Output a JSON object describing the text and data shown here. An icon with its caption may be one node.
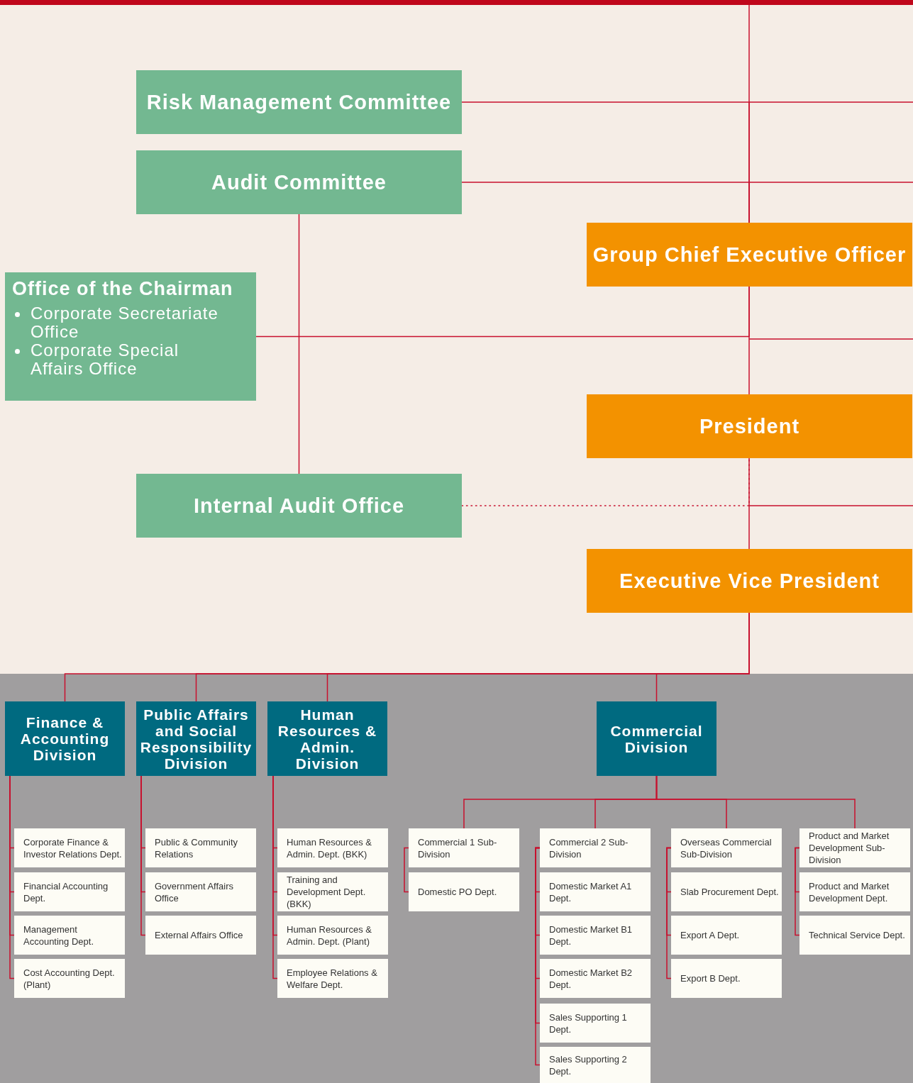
{
  "diagram": {
    "nodes": [
      {
        "text": [
          "Risk Management Committee"
        ]
      },
      {
        "text": [
          "Audit Committee"
        ]
      },
      {
        "text": [
          "Office of the Chairman",
          "Corporate Secretariate Office",
          "Corporate Special Affairs Office"
        ]
      },
      {
        "text": [
          "Group Chief Executive Officer"
        ]
      },
      {
        "text": [
          "President"
        ]
      },
      {
        "text": [
          "Internal Audit Office"
        ]
      },
      {
        "text": [
          "Executive Vice President"
        ]
      },
      {
        "text": [
          "Finance & Accounting Division"
        ]
      },
      {
        "text": [
          "Public Affairs and Social Responsibility Division"
        ]
      },
      {
        "text": [
          "Human Resources & Admin. Division"
        ]
      },
      {
        "text": [
          "Commercial Division"
        ]
      },
      {
        "text": [
          "Corporate Finance & Investor Relations Dept."
        ]
      },
      {
        "text": [
          "Financial Accounting Dept."
        ]
      },
      {
        "text": [
          "Management Accounting Dept."
        ]
      },
      {
        "text": [
          "Cost Accounting Dept. (Plant)"
        ]
      },
      {
        "text": [
          "Public & Community Relations"
        ]
      },
      {
        "text": [
          "Government Affairs Office"
        ]
      },
      {
        "text": [
          "External Affairs Office"
        ]
      },
      {
        "text": [
          "Human Resources & Admin. Dept. (BKK)"
        ]
      },
      {
        "text": [
          "Training and Development Dept. (BKK)"
        ]
      },
      {
        "text": [
          "Human Resources & Admin. Dept. (Plant)"
        ]
      },
      {
        "text": [
          "Employee Relations & Welfare Dept."
        ]
      },
      {
        "text": [
          "Commercial 1 Sub-Division"
        ]
      },
      {
        "text": [
          "Domestic PO Dept."
        ]
      },
      {
        "text": [
          "Commercial 2 Sub-Division"
        ]
      },
      {
        "text": [
          "Domestic Market A1 Dept."
        ]
      },
      {
        "text": [
          "Domestic Market B1 Dept."
        ]
      },
      {
        "text": [
          "Domestic Market B2 Dept."
        ]
      },
      {
        "text": [
          "Sales Supporting 1 Dept."
        ]
      },
      {
        "text": [
          "Sales Supporting 2 Dept."
        ]
      },
      {
        "text": [
          "Overseas Commercial Sub-Division"
        ]
      },
      {
        "text": [
          "Slab Procurement Dept."
        ]
      },
      {
        "text": [
          "Export A Dept."
        ]
      },
      {
        "text": [
          "Export B Dept."
        ]
      },
      {
        "text": [
          "Product and Market Development Sub-Division"
        ]
      },
      {
        "text": [
          "Product and Market Development Dept."
        ]
      },
      {
        "text": [
          "Technical Service Dept."
        ]
      }
    ],
    "edges": [
      {
        "from": null,
        "to": 3,
        "arrow": "none"
      },
      {
        "from": 0,
        "to": 3,
        "arrow": "none"
      },
      {
        "from": 1,
        "to": 3,
        "arrow": "none"
      },
      {
        "from": 2,
        "to": 3,
        "arrow": "none"
      },
      {
        "from": 1,
        "to": 5,
        "arrow": "none"
      },
      {
        "from": 3,
        "to": 4,
        "arrow": "none"
      },
      {
        "from": 5,
        "to": 4,
        "arrow": "none",
        "style": "dashed"
      },
      {
        "from": 4,
        "to": 6,
        "arrow": "none"
      },
      {
        "from": 6,
        "to": 7,
        "arrow": "none"
      },
      {
        "from": 6,
        "to": 8,
        "arrow": "none"
      },
      {
        "from": 6,
        "to": 9,
        "arrow": "none"
      },
      {
        "from": 6,
        "to": 10,
        "arrow": "none"
      },
      {
        "from": 7,
        "to": 11,
        "arrow": "none"
      },
      {
        "from": 7,
        "to": 12,
        "arrow": "none"
      },
      {
        "from": 7,
        "to": 13,
        "arrow": "none"
      },
      {
        "from": 7,
        "to": 14,
        "arrow": "none"
      },
      {
        "from": 8,
        "to": 15,
        "arrow": "none"
      },
      {
        "from": 8,
        "to": 16,
        "arrow": "none"
      },
      {
        "from": 8,
        "to": 17,
        "arrow": "none"
      },
      {
        "from": 9,
        "to": 18,
        "arrow": "none"
      },
      {
        "from": 9,
        "to": 19,
        "arrow": "none"
      },
      {
        "from": 9,
        "to": 20,
        "arrow": "none"
      },
      {
        "from": 9,
        "to": 21,
        "arrow": "none"
      },
      {
        "from": 10,
        "to": 22,
        "arrow": "none"
      },
      {
        "from": 10,
        "to": 24,
        "arrow": "none"
      },
      {
        "from": 10,
        "to": 30,
        "arrow": "none"
      },
      {
        "from": 10,
        "to": 34,
        "arrow": "none"
      },
      {
        "from": 22,
        "to": 23,
        "arrow": "none"
      },
      {
        "from": 24,
        "to": 25,
        "arrow": "none"
      },
      {
        "from": 24,
        "to": 26,
        "arrow": "none"
      },
      {
        "from": 24,
        "to": 27,
        "arrow": "none"
      },
      {
        "from": 24,
        "to": 28,
        "arrow": "none"
      },
      {
        "from": 24,
        "to": 29,
        "arrow": "none"
      },
      {
        "from": 30,
        "to": 31,
        "arrow": "none"
      },
      {
        "from": 30,
        "to": 32,
        "arrow": "none"
      },
      {
        "from": 30,
        "to": 33,
        "arrow": "none"
      },
      {
        "from": 34,
        "to": 35,
        "arrow": "none"
      },
      {
        "from": 34,
        "to": 36,
        "arrow": "none"
      }
    ]
  }
}
